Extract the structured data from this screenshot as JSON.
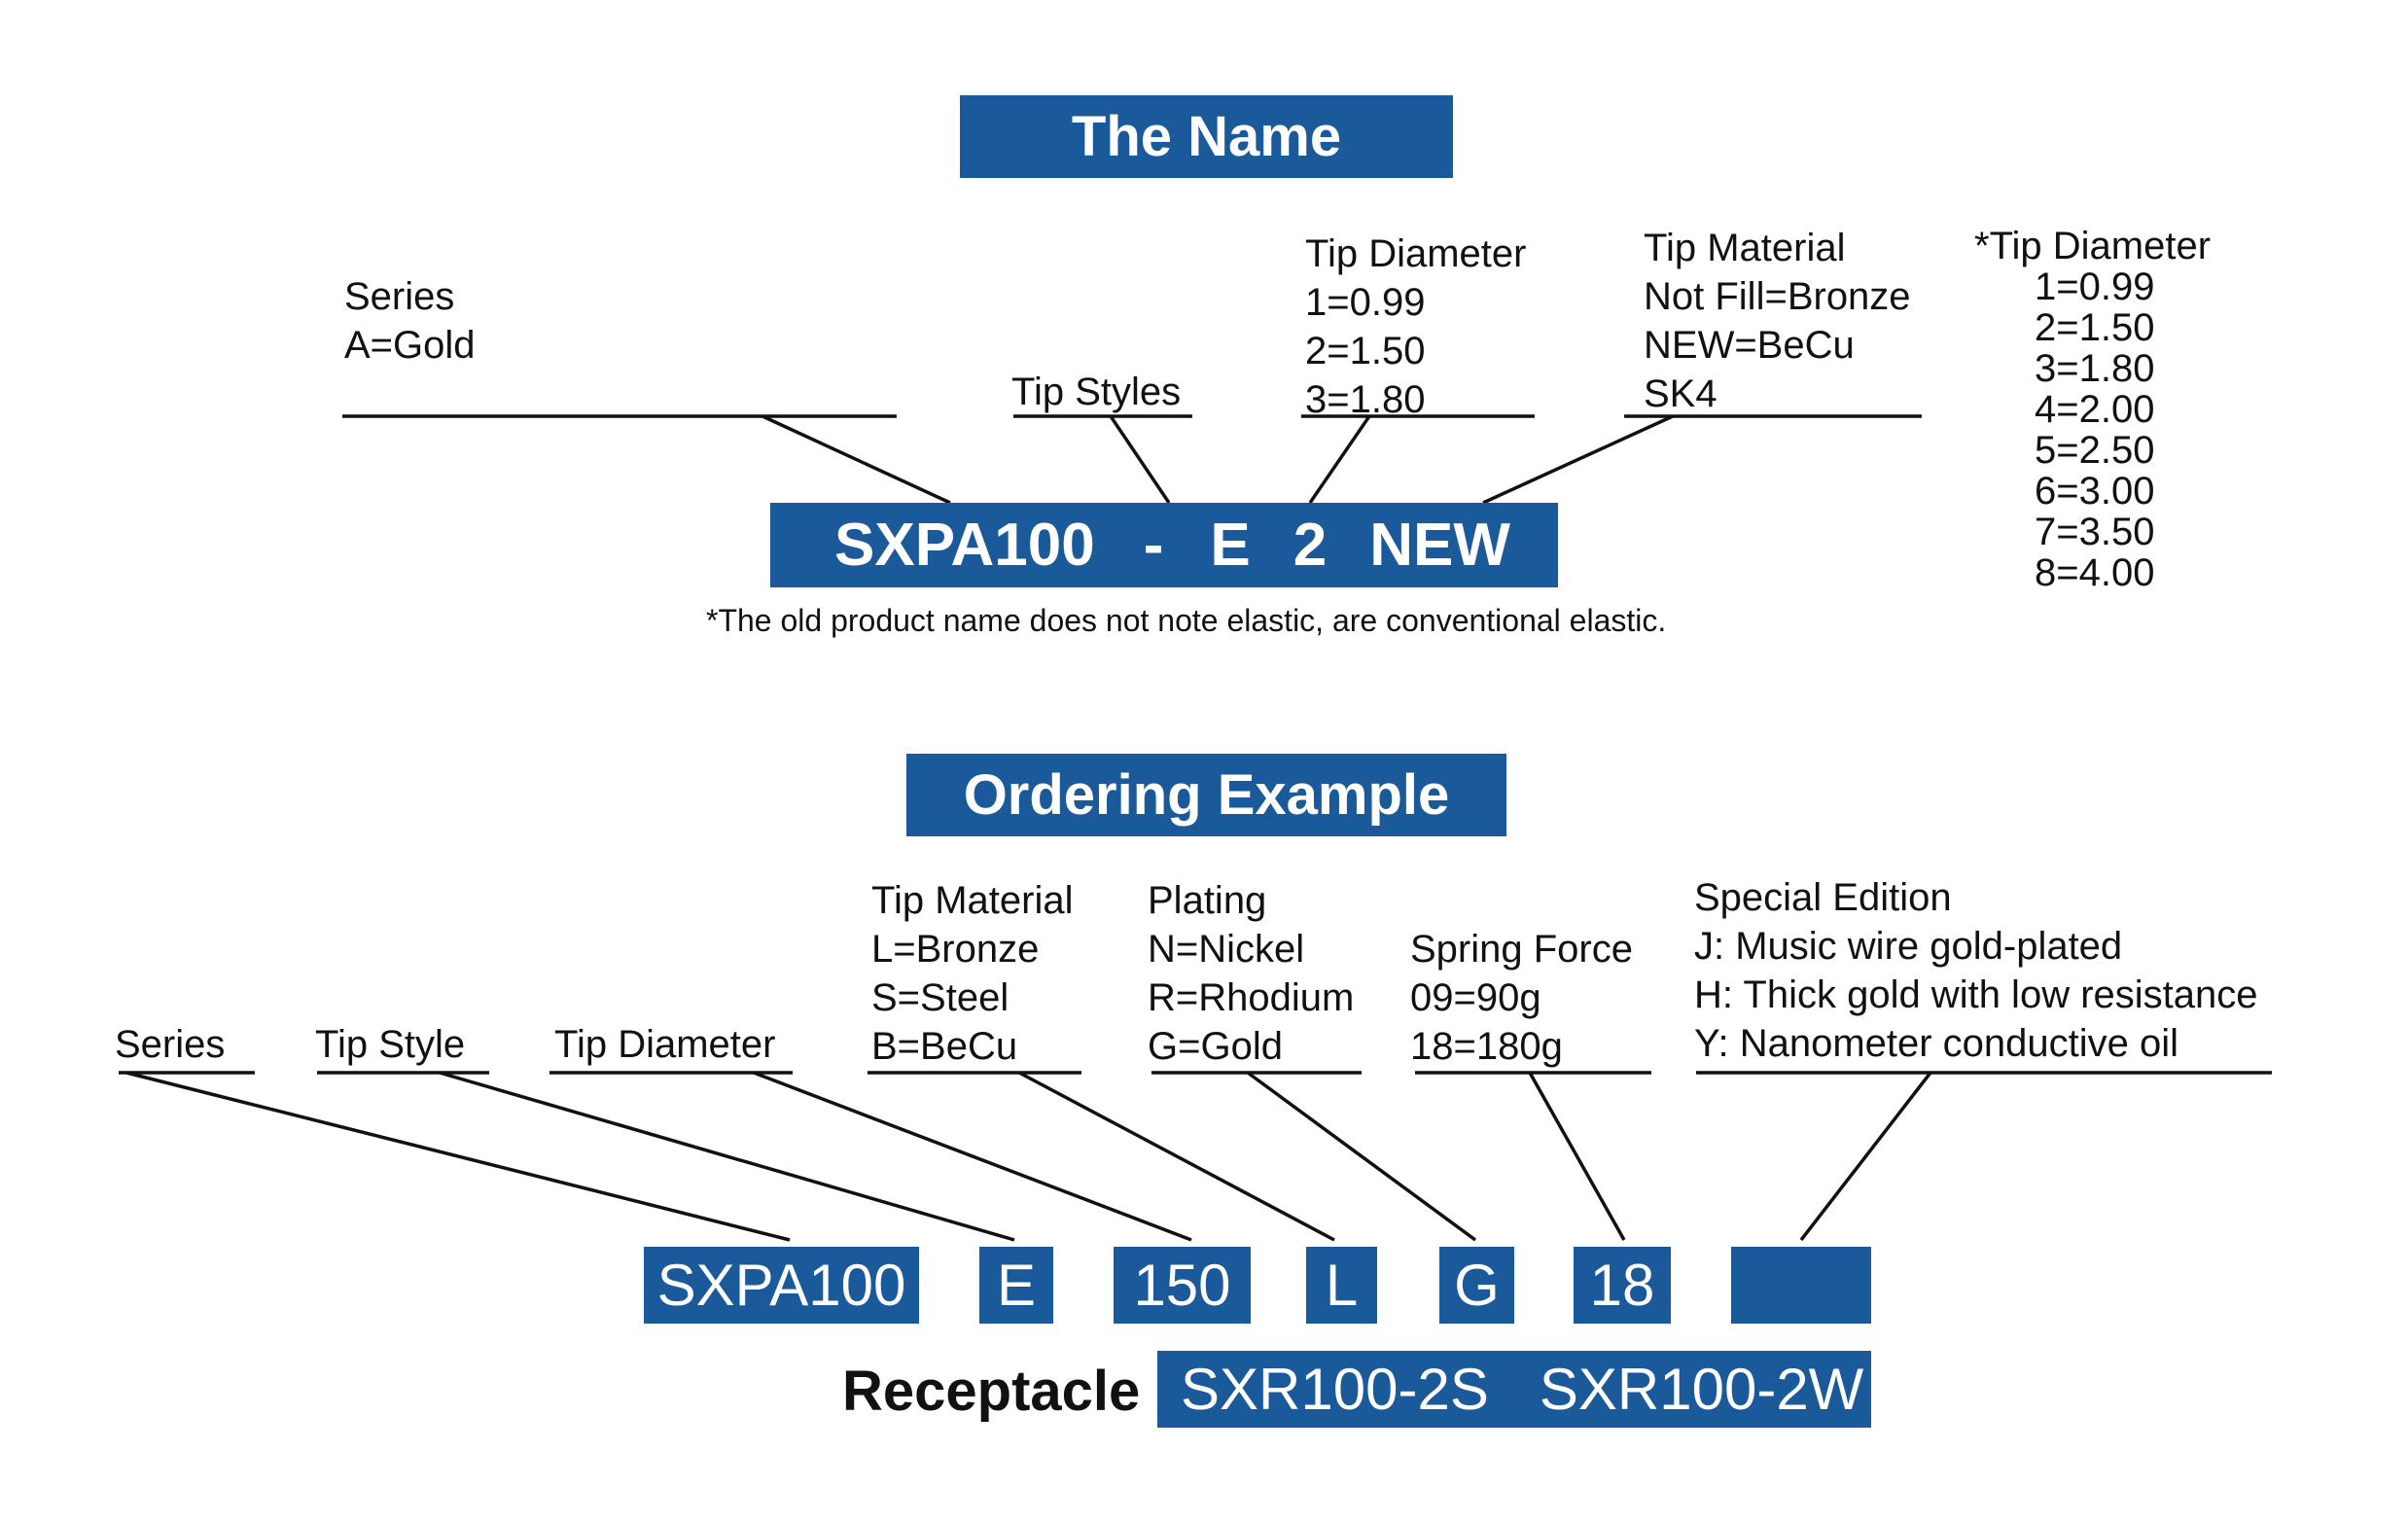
{
  "name_section": {
    "title": "The Name",
    "part_number": {
      "series": "SXPA100",
      "dash": "-",
      "style": "E",
      "diameter": "2",
      "material": "NEW"
    },
    "labels": {
      "series": [
        "Series",
        "A=Gold"
      ],
      "tip_styles": [
        "Tip Styles"
      ],
      "tip_diameter": [
        "Tip Diameter",
        "1=0.99",
        "2=1.50",
        "3=1.80"
      ],
      "tip_material": [
        "Tip Material",
        "Not Fill=Bronze",
        "NEW=BeCu",
        "SK4"
      ]
    },
    "tip_diameter_table": {
      "title": "*Tip Diameter",
      "items": [
        "1=0.99",
        "2=1.50",
        "3=1.80",
        "4=2.00",
        "5=2.50",
        "6=3.00",
        "7=3.50",
        "8=4.00"
      ]
    },
    "note": "*The old product name does not note elastic, are conventional elastic."
  },
  "ordering_section": {
    "title": "Ordering Example",
    "labels": {
      "series": [
        "Series"
      ],
      "tip_style": [
        "Tip Style"
      ],
      "tip_diameter": [
        "Tip Diameter"
      ],
      "tip_material": [
        "Tip Material",
        "L=Bronze",
        "S=Steel",
        "B=BeCu"
      ],
      "plating": [
        "Plating",
        "N=Nickel",
        "R=Rhodium",
        "G=Gold"
      ],
      "spring_force": [
        "Spring Force",
        "09=90g",
        "18=180g"
      ],
      "special_edition": [
        "Special Edition",
        "J: Music wire gold-plated",
        "H: Thick gold with low resistance",
        "Y: Nanometer conductive oil"
      ]
    },
    "codes": {
      "series": "SXPA100",
      "tip_style": "E",
      "tip_diameter": "150",
      "tip_material": "L",
      "plating": "G",
      "spring_force": "18",
      "special_edition": ""
    },
    "receptacle": {
      "label": "Receptacle",
      "values": [
        "SXR100-2S",
        "SXR100-2W"
      ]
    }
  },
  "colors": {
    "box": "#1a5a9a",
    "text": "#111111",
    "box_text": "#ffffff"
  }
}
